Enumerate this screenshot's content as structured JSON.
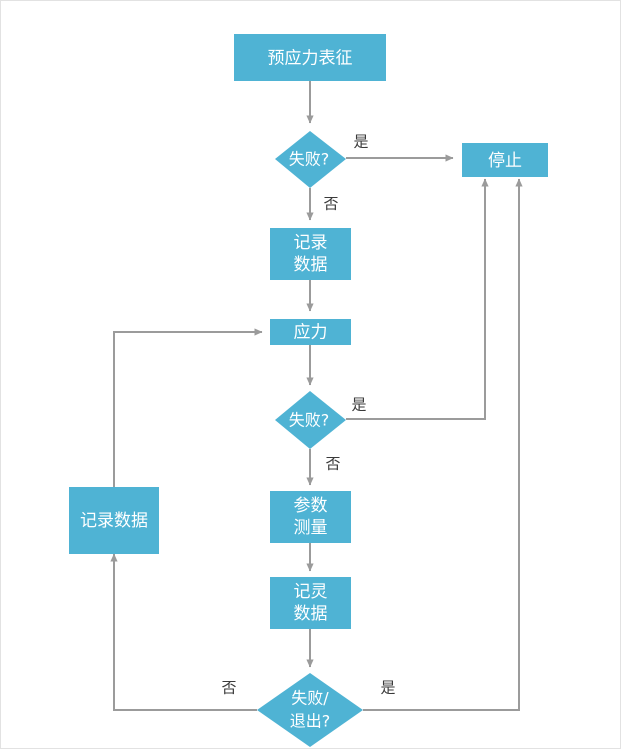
{
  "diagram": {
    "type": "flowchart",
    "language": "zh-CN",
    "colors": {
      "node_fill": "#4fb3d4",
      "node_text": "#ffffff",
      "edge": "#9b9b9b",
      "edge_label_text": "#3a3a3a",
      "canvas_background": "#ffffff",
      "canvas_border": "#e2e2e2"
    },
    "nodes": {
      "prestress": {
        "shape": "rectangle",
        "label": "预应力表征"
      },
      "fail1": {
        "shape": "diamond",
        "label": "失败?"
      },
      "stop": {
        "shape": "rectangle",
        "label": "停止"
      },
      "record1_line1": {
        "shape": "rectangle",
        "label": "记录"
      },
      "record1_line2": {
        "shape": "rectangle",
        "label": "数据"
      },
      "stress": {
        "shape": "rectangle",
        "label": "应力"
      },
      "fail2": {
        "shape": "diamond",
        "label": "失败?"
      },
      "param_line1": {
        "shape": "rectangle",
        "label": "参数"
      },
      "param_line2": {
        "shape": "rectangle",
        "label": "测量"
      },
      "record2_line1": {
        "shape": "rectangle",
        "label": "记灵"
      },
      "record2_line2": {
        "shape": "rectangle",
        "label": "数据"
      },
      "fail_exit_line1": {
        "shape": "diamond",
        "label": "失败/"
      },
      "fail_exit_line2": {
        "shape": "diamond",
        "label": "退出?"
      },
      "record_left": {
        "shape": "rectangle",
        "label": "记录数据"
      }
    },
    "edge_labels": {
      "fail1_yes": "是",
      "fail1_no": "否",
      "fail2_yes": "是",
      "fail2_no": "否",
      "fail_exit_yes": "是",
      "fail_exit_no": "否"
    }
  }
}
